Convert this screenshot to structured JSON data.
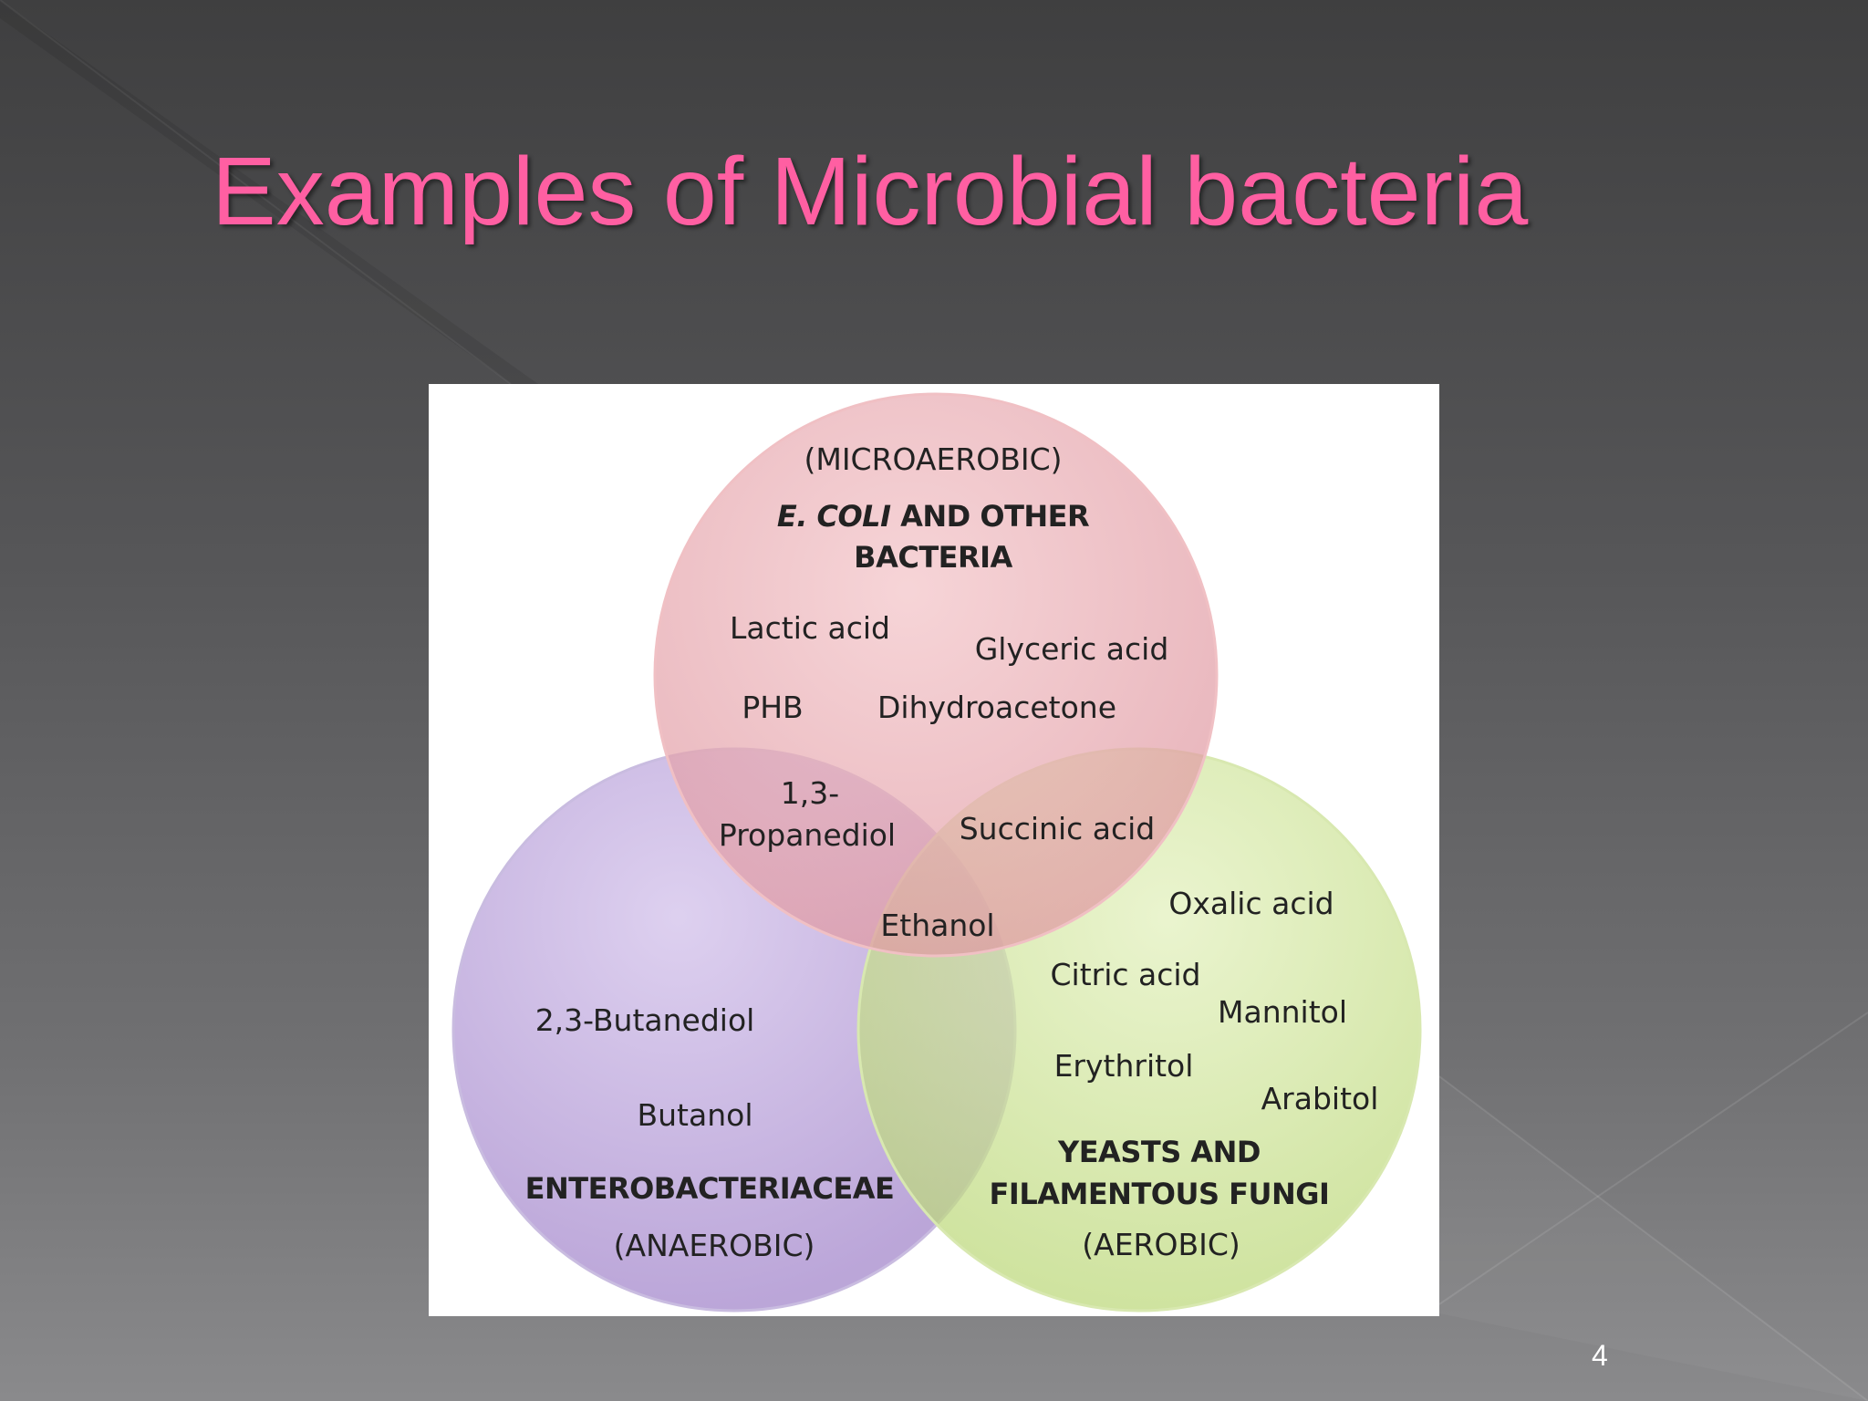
{
  "slide": {
    "title": "Examples of Microbial bacteria",
    "page_number": "4",
    "title_color": "#ff5fa2"
  },
  "venn": {
    "circles": {
      "top": {
        "condition": "(MICROAEROBIC)",
        "group_italic": "E. COLI",
        "group_rest": " AND OTHER",
        "group_line2": "BACTERIA",
        "color": "#e8a0a8",
        "items": [
          "Lactic acid",
          "Glyceric acid",
          "PHB",
          "Dihydroacetone"
        ]
      },
      "left": {
        "group": "ENTEROBACTERIACEAE",
        "condition": "(ANAEROBIC)",
        "color": "#b8a0d8",
        "items": [
          "2,3-Butanediol",
          "Butanol"
        ]
      },
      "right": {
        "group_line1": "YEASTS AND",
        "group_line2": "FILAMENTOUS FUNGI",
        "condition": "(AEROBIC)",
        "color": "#c8e08a",
        "items": [
          "Oxalic acid",
          "Citric acid",
          "Mannitol",
          "Erythritol",
          "Arabitol"
        ]
      }
    },
    "overlaps": {
      "top_left_line1": "1,3-",
      "top_left_line2": "Propanediol",
      "top_right": "Succinic acid",
      "all_three": "Ethanol"
    }
  }
}
